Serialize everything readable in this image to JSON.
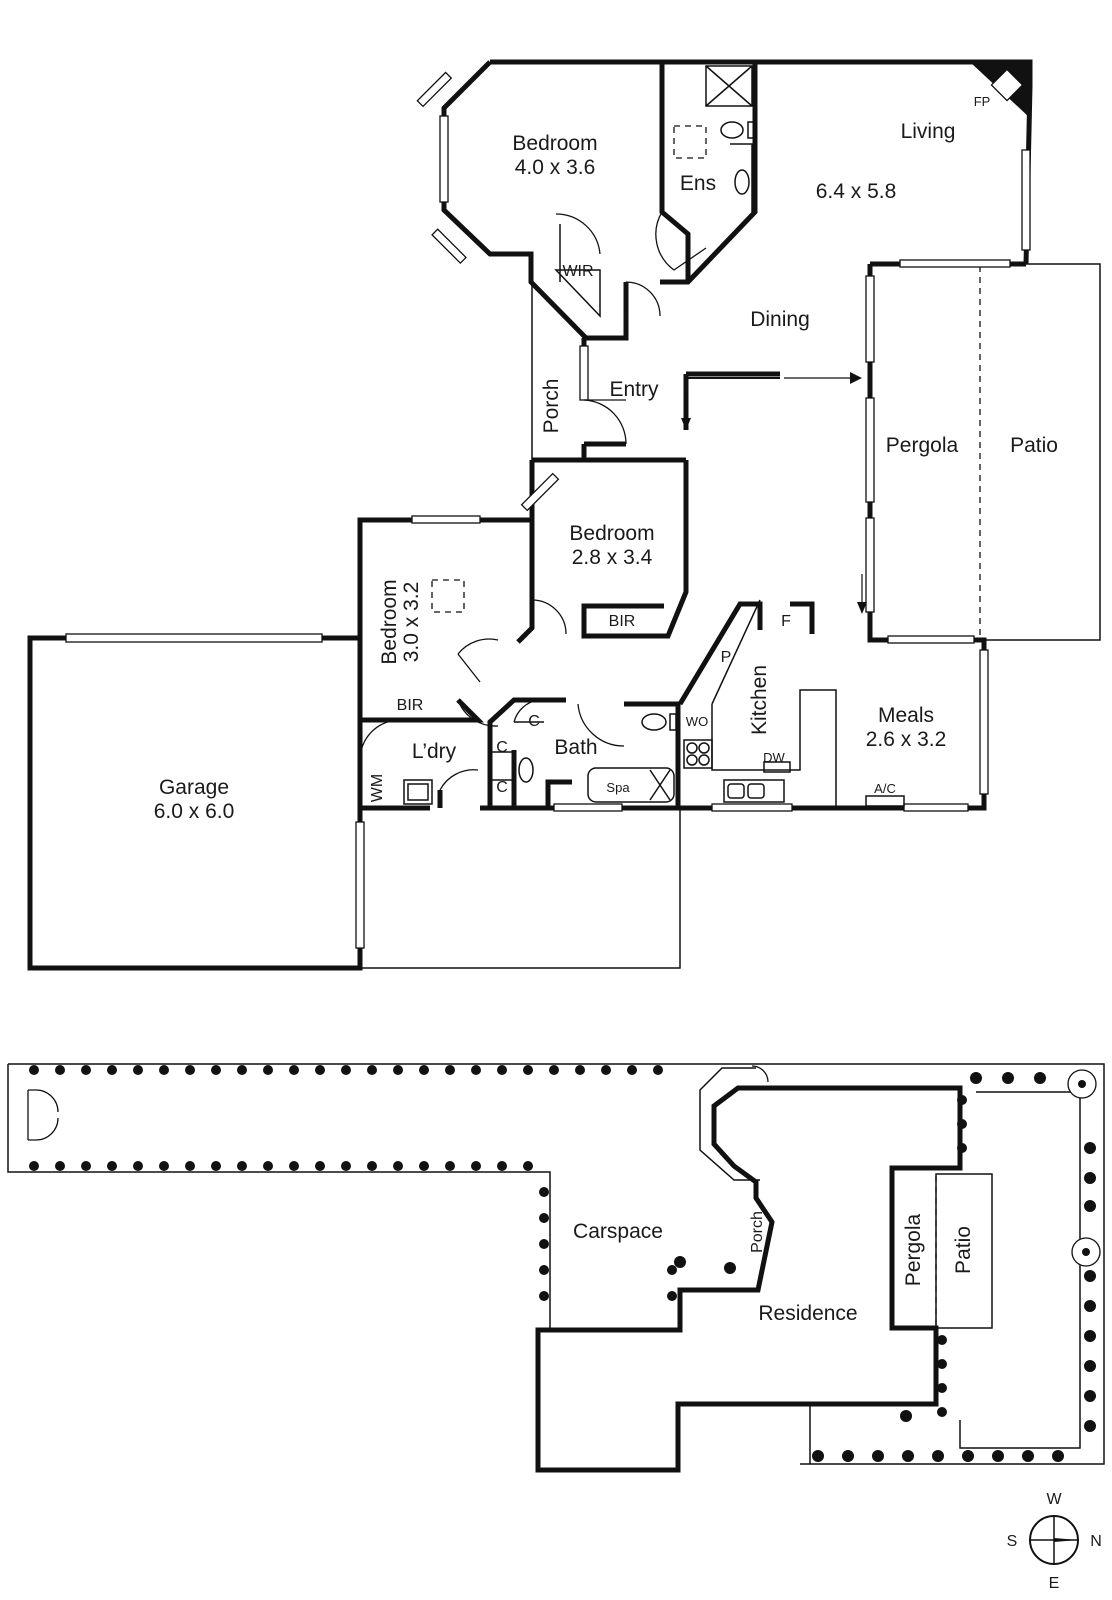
{
  "floor_plan": {
    "rooms": {
      "bedroom_main_name": "Bedroom",
      "bedroom_main_size": "4.0 x 3.6",
      "ensuite": "Ens",
      "living_name": "Living",
      "living_size": "6.4 x 5.8",
      "fireplace": "FP",
      "wir": "WIR",
      "dining": "Dining",
      "entry": "Entry",
      "porch": "Porch",
      "pergola": "Pergola",
      "patio": "Patio",
      "bedroom2_name": "Bedroom",
      "bedroom2_size": "2.8 x 3.4",
      "bir_bed2": "BIR",
      "bedroom3_name": "Bedroom",
      "bedroom3_size": "3.0 x 3.2",
      "bir_bed3": "BIR",
      "pantry": "P",
      "fridge": "F",
      "kitchen": "Kitchen",
      "meals_name": "Meals",
      "meals_size": "2.6 x 3.2",
      "garage_name": "Garage",
      "garage_size": "6.0 x 6.0",
      "laundry": "L’dry",
      "washing_machine": "WM",
      "cupboard_1": "C",
      "cupboard_2": "C",
      "cupboard_3": "C",
      "bath": "Bath",
      "spa": "Spa",
      "wc": "WO",
      "dishwasher": "DW",
      "air_con": "A/C"
    }
  },
  "site_plan": {
    "carspace": "Carspace",
    "residence": "Residence",
    "porch": "Porch",
    "pergola": "Pergola",
    "patio": "Patio"
  },
  "compass": {
    "north": "N",
    "south": "S",
    "east": "E",
    "west": "W"
  }
}
